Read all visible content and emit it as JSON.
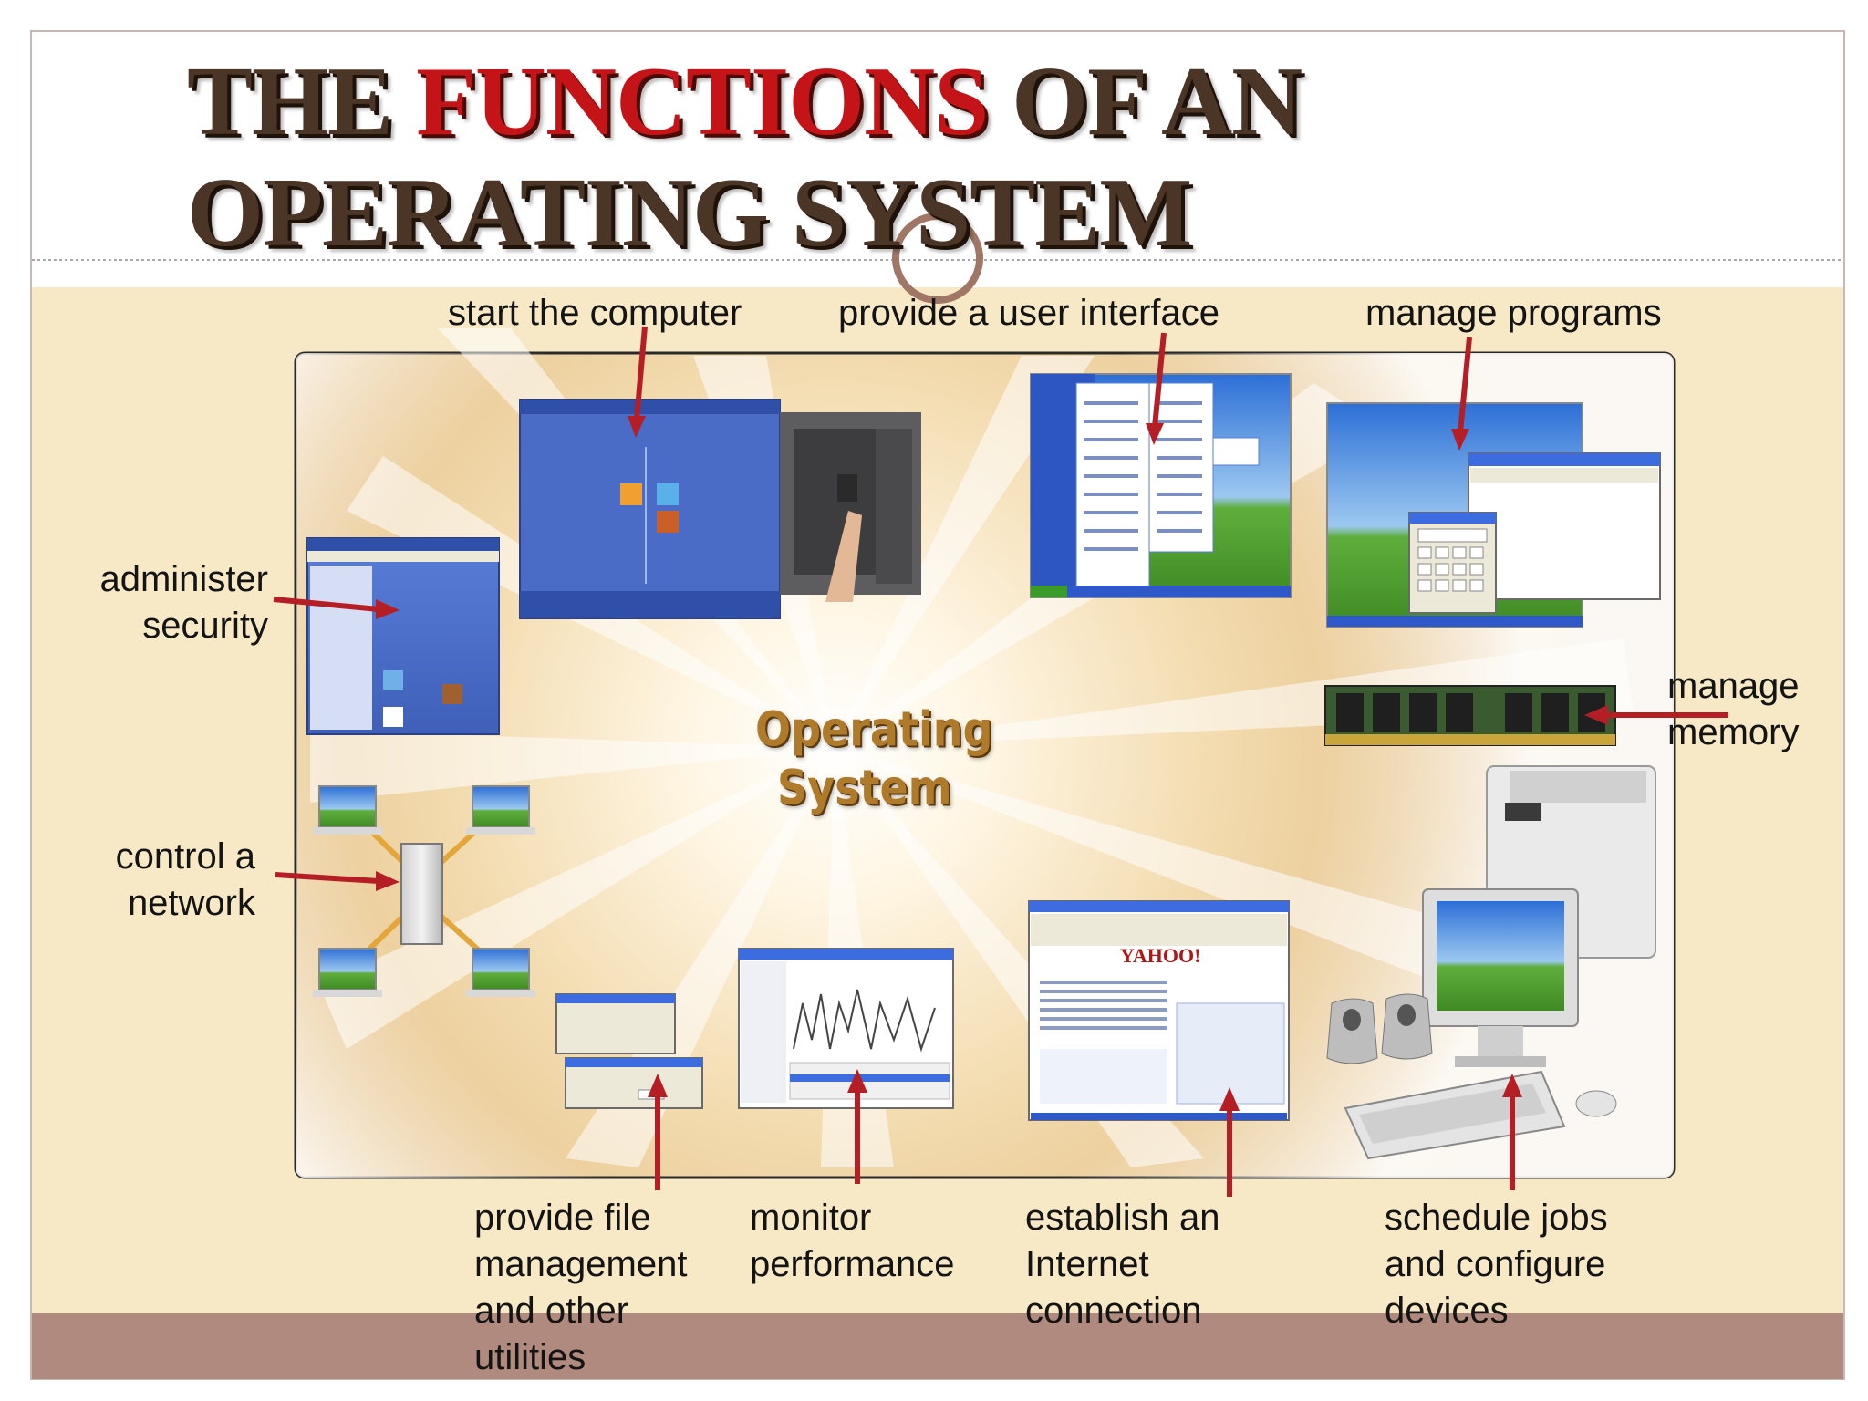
{
  "title": {
    "line1_part1": "THE ",
    "line1_highlight": "FUNCTIONS",
    "line1_part2": " OF AN",
    "line2": "OPERATING SYSTEM"
  },
  "center": {
    "line1": "Operating",
    "line2": "System"
  },
  "labels": {
    "start": "start the computer",
    "ui": "provide a user interface",
    "programs": "manage programs",
    "security": [
      "administer",
      "security"
    ],
    "memory": [
      "manage",
      "memory"
    ],
    "network": [
      "control a",
      "network"
    ],
    "files": [
      "provide file",
      "management",
      "and other",
      "utilities"
    ],
    "monitor": [
      "monitor",
      "performance"
    ],
    "internet": [
      "establish an",
      "Internet",
      "connection"
    ],
    "schedule": [
      "schedule jobs",
      "and configure",
      "devices"
    ]
  },
  "screens": {
    "yahoo": "YAHOO!"
  },
  "colors": {
    "title_dark": "#4a3526",
    "title_red": "#c41418",
    "arrow": "#b51e24",
    "background_cream": "#f7e9c6",
    "footer_band": "#b08a7e",
    "accent_ring": "#a07666"
  }
}
